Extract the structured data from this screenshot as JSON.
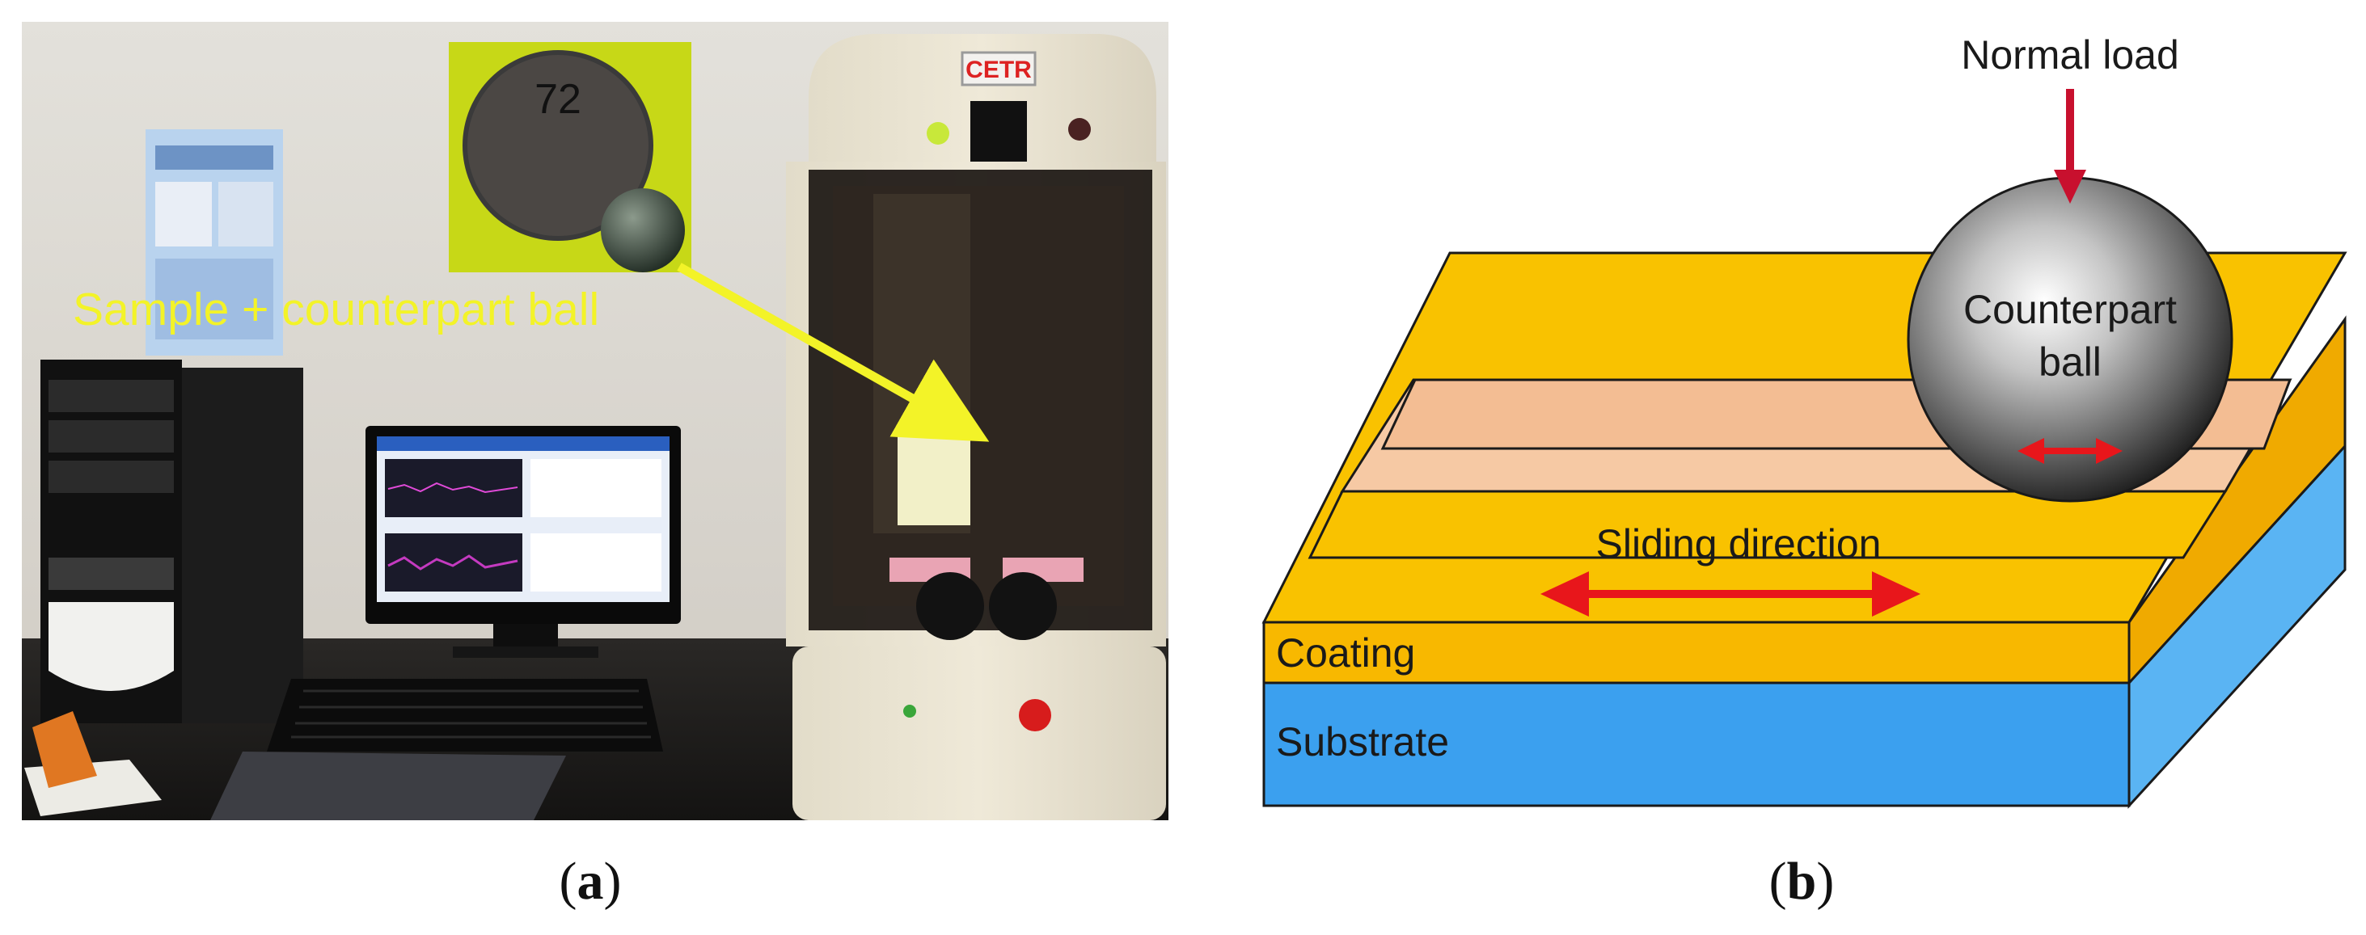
{
  "panels": [
    {
      "id": "a",
      "label": "a",
      "annotation": "Sample + counterpart ball",
      "sample_number": "72",
      "instrument_logo": "CETR"
    },
    {
      "id": "b",
      "label": "b",
      "normal_load": "Normal load",
      "ball_line1": "Counterpart",
      "ball_line2": "ball",
      "sliding": "Sliding direction",
      "coating": "Coating",
      "substrate": "Substrate"
    }
  ],
  "colors": {
    "coating": "#f8b800",
    "coating_top": "#f9c200",
    "track": "#f6c9a4",
    "substrate": "#3ba0ef",
    "substrate_side": "#5ab4f3",
    "arrow_red": "#e8161b",
    "annotation_yellow": "#f3f328"
  }
}
